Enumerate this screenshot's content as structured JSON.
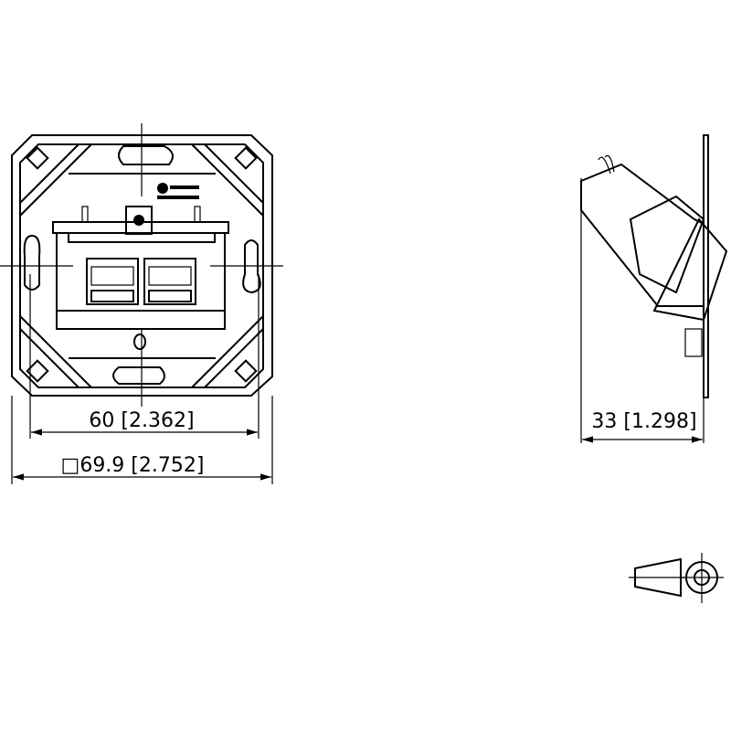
{
  "front_view": {
    "dim_inner": "60 [2.362]",
    "dim_outer": "□69.9 [2.752]"
  },
  "side_view": {
    "dim_depth": "33 [1.298]"
  },
  "projection_symbol": {
    "icon": "first-angle-projection-icon"
  },
  "colors": {
    "line": "#000000",
    "background": "#ffffff"
  }
}
